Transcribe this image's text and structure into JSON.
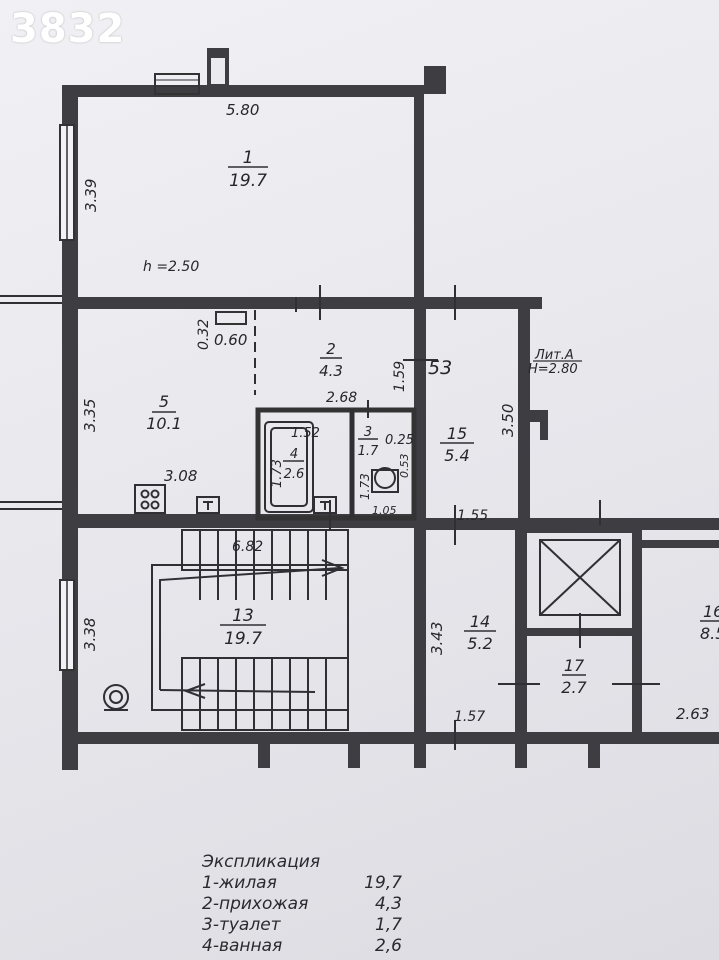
{
  "listing_id": "3832",
  "liter_label": "Лит.А",
  "liter_height": "Н=2.80",
  "ceiling_height": "h =2.50",
  "rooms": [
    {
      "id": "room-1",
      "num": "1",
      "area": "19.7"
    },
    {
      "id": "room-2",
      "num": "2",
      "area": "4.3"
    },
    {
      "id": "room-3",
      "num": "3",
      "area": "1.7"
    },
    {
      "id": "room-4",
      "num": "4",
      "area": "2.6"
    },
    {
      "id": "room-5",
      "num": "5",
      "area": "10.1"
    },
    {
      "id": "room-13",
      "num": "13",
      "area": "19.7"
    },
    {
      "id": "room-14",
      "num": "14",
      "area": "5.2"
    },
    {
      "id": "room-15",
      "num": "15",
      "area": "5.4"
    },
    {
      "id": "room-16",
      "num": "16",
      "area": "8.5"
    },
    {
      "id": "room-17",
      "num": "17",
      "area": "2.7"
    }
  ],
  "dimensions": [
    "5.80",
    "3.39",
    "0.32",
    "0.60",
    "1.59",
    "53",
    "2.68",
    "3.35",
    "1.52",
    "1.73",
    "0.25",
    "0.53",
    "1.73",
    "1.05",
    "3.08",
    "3.50",
    "1.55",
    "6.82",
    "3.38",
    "3.43",
    "1.57",
    "2.63"
  ],
  "explication": {
    "title": "Экспликация",
    "rows": [
      {
        "label": "1-жилая",
        "value": "19,7"
      },
      {
        "label": "2-прихожая",
        "value": "4,3"
      },
      {
        "label": "3-туалет",
        "value": "1,7"
      },
      {
        "label": "4-ванная",
        "value": "2,6"
      }
    ]
  }
}
